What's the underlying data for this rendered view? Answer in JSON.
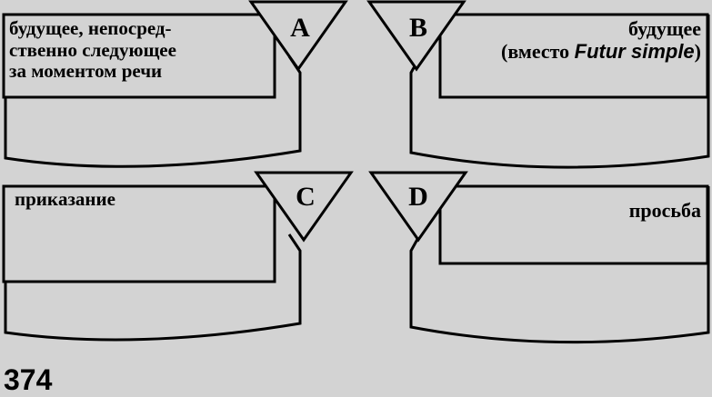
{
  "cards": [
    {
      "letter": "A",
      "label_lines": [
        "будущее, непосред-",
        "ственно следующее",
        "за моментом речи"
      ]
    },
    {
      "letter": "B",
      "label_line1": "будущее",
      "label_pre": "(вместо ",
      "label_italic": "Futur simple",
      "label_post": ")"
    },
    {
      "letter": "C",
      "label": "прикaзание"
    },
    {
      "letter": "D",
      "label": "просьба"
    }
  ],
  "page_number": "374",
  "colors": {
    "background": "#d3d3d3",
    "ink": "#000000"
  }
}
